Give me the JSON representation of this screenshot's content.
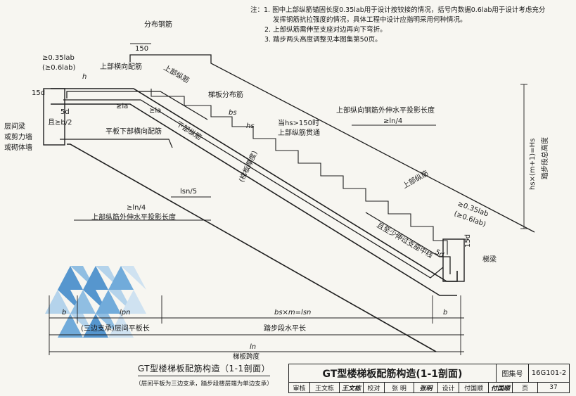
{
  "notes": {
    "prefix": "注：",
    "items": [
      "1. 图中上部纵筋锚固长度0.35lab用于设计按铰接的情况，括号内数据0.6lab用于设计考虑充分",
      "发挥钢筋抗拉强度的情况，具体工程中设计应指明采用何种情况。",
      "2. 上部纵筋需伸至支座对边再向下弯折。",
      "3. 踏步两头高度调整见本图集第50页。"
    ]
  },
  "labels": {
    "dist_bar": "分布钢筋",
    "dim_150": "150",
    "anchor_1": "≥0.35lab",
    "anchor_2": "(≥0.6lab)",
    "upper_trans": "上部横向配筋",
    "upper_long": "上部纵筋",
    "slab_dist": "梯板分布筋",
    "h": "h",
    "d15": "15d",
    "d5": "5d",
    "b2": "且≥b/2",
    "la1": "≥la",
    "la2": "≥la",
    "bs": "bs",
    "hs": "hs",
    "hs150_1": "当hs>150时",
    "hs150_2": "上部纵筋贯通",
    "lower_trans": "平板下部横向配筋",
    "lower_long": "下部纵筋",
    "thickness": "(梯板厚度)",
    "beam_1": "层间梁",
    "beam_2": "或剪力墙",
    "beam_3": "或砌体墙",
    "ln5": "lsn/5",
    "ln4_left": "≥ln/4",
    "proj_left": "上部纵筋外伸水平投影长度",
    "proj_right_title": "上部纵向钢筋外伸水平投影长度",
    "ln4_right": "≥ln/4",
    "height_total": "hs×(m+1)=Hs",
    "height_sub": "踏步段总高度",
    "anchor_r1": "≥0.35lab",
    "anchor_r2": "(≥0.6lab)",
    "support_note": "且至少伸过支座中线",
    "r_d5": "5d",
    "r_d15": "15d",
    "stair_beam": "梯梁",
    "b_left": "b",
    "b_right": "b",
    "lpn": "lpn",
    "bsm": "bs×m=lsn",
    "platform": "(三边支承)层间平板长",
    "step_len": "踏步段水平长",
    "ln": "ln",
    "span": "梯板跨度"
  },
  "caption": {
    "title": "GT型楼梯板配筋构造（1-1剖面）",
    "subtitle": "（层间平板为三边支承，踏步段楼层端为单边支承）"
  },
  "titleblock": {
    "title": "GT型楼梯板配筋构造(1-1剖面)",
    "atlas_label": "图集号",
    "atlas_no": "16G101-2",
    "review_label": "审核",
    "reviewer": "王文栋",
    "review_sign": "王文栋",
    "check_label": "校对",
    "checker": "张  明",
    "check_sign": "张明",
    "design_label": "设计",
    "designer": "付国顺",
    "design_sign": "付国顺",
    "page_label": "页",
    "page_no": "37"
  }
}
